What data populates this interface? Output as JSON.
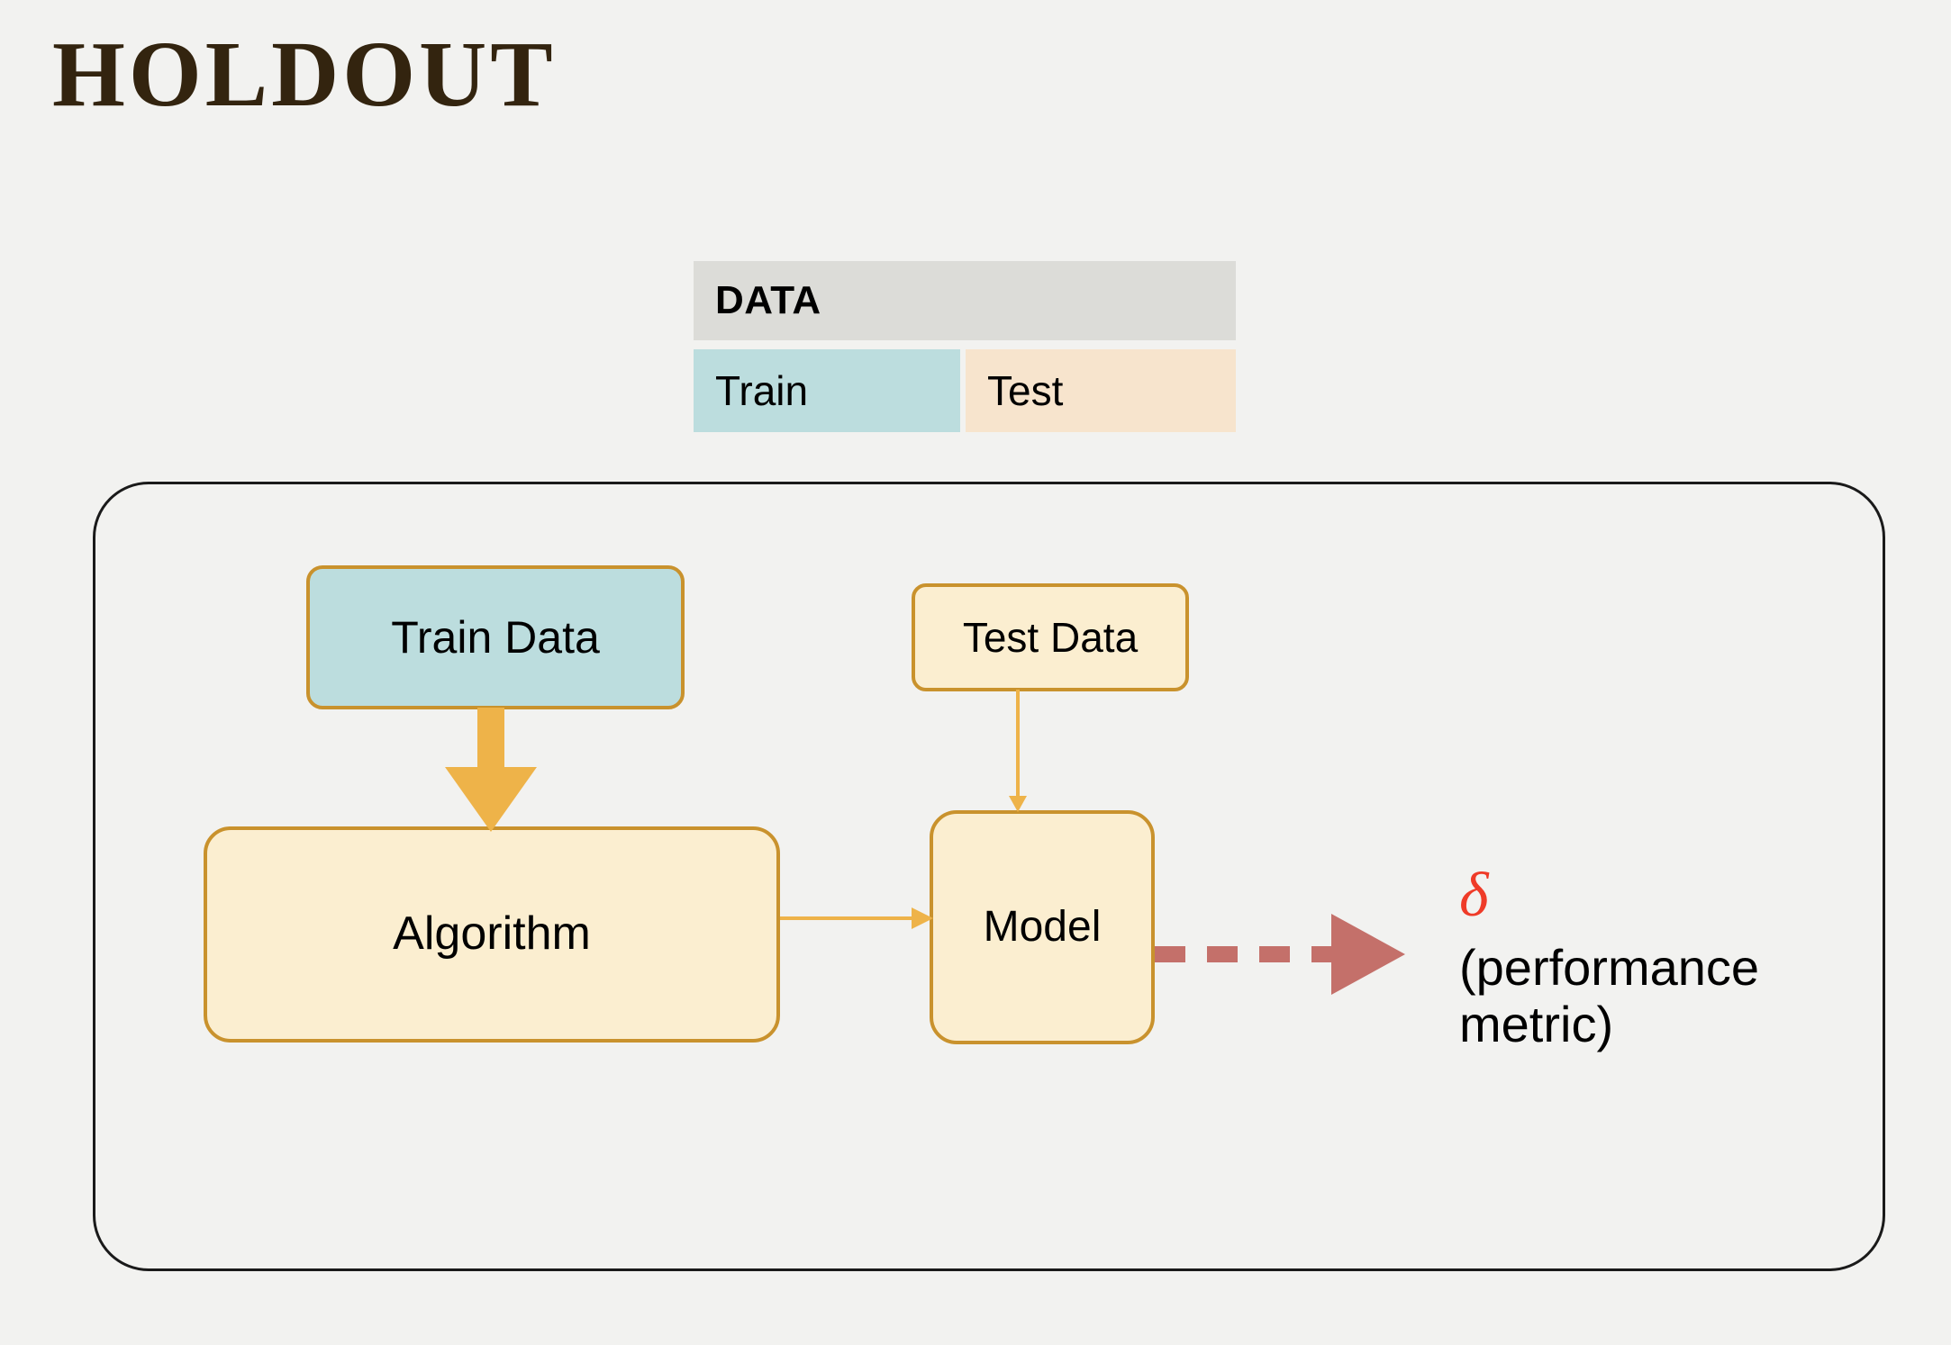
{
  "page": {
    "title": "HOLDOUT",
    "background_color": "#f2f2f0"
  },
  "data_table": {
    "header_label": "DATA",
    "header_bg": "#dcdcd8",
    "cells": [
      {
        "label": "Train",
        "color": "#bcddde"
      },
      {
        "label": "Test",
        "color": "#f7e4cd"
      }
    ]
  },
  "diagram": {
    "container_border_color": "#1a1a1a",
    "nodes": [
      {
        "id": "train-data",
        "label": "Train Data",
        "fill": "#bcddde",
        "border": "#c9922d"
      },
      {
        "id": "test-data",
        "label": "Test Data",
        "fill": "#fbeed0",
        "border": "#c9922d"
      },
      {
        "id": "algorithm",
        "label": "Algorithm",
        "fill": "#fbeed0",
        "border": "#c9922d"
      },
      {
        "id": "model",
        "label": "Model",
        "fill": "#fbeed0",
        "border": "#c9922d"
      }
    ],
    "edges": [
      {
        "id": "train-to-algorithm",
        "from": "train-data",
        "to": "algorithm",
        "style": "thick-solid",
        "color": "#eeb349"
      },
      {
        "id": "test-to-model",
        "from": "test-data",
        "to": "model",
        "style": "thin-solid",
        "color": "#eeb349"
      },
      {
        "id": "algorithm-to-model",
        "from": "algorithm",
        "to": "model",
        "style": "thin-solid",
        "color": "#eeb349"
      },
      {
        "id": "model-to-metric",
        "from": "model",
        "to": "metric",
        "style": "thick-dashed",
        "color": "#c4706a"
      }
    ]
  },
  "metric": {
    "symbol": "δ",
    "symbol_color": "#ef3b28",
    "caption_line1": "(performance",
    "caption_line2": "metric)"
  }
}
